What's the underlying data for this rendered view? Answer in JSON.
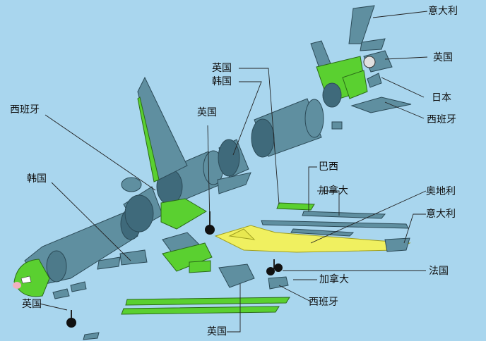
{
  "colors": {
    "background": "#a9d6ee",
    "fuselage": "#5f8fa0",
    "fuselage_dark": "#3f6a7b",
    "green_part": "#5ad030",
    "yellow_part": "#f0f060",
    "leader_line": "#222222"
  },
  "labels": {
    "italy_top": "意大利",
    "uk_engine": "英国",
    "japan": "日本",
    "spain_tail": "西班牙",
    "uk_mid": "英国",
    "korea_mid": "韩国",
    "spain_left": "西班牙",
    "uk_gear": "英国",
    "brazil": "巴西",
    "canada_wing": "加拿大",
    "austria": "奥地利",
    "italy_right": "意大利",
    "korea_left": "韩国",
    "france": "法国",
    "canada_low": "加拿大",
    "spain_low": "西班牙",
    "uk_nose_gear": "英国",
    "uk_bottom": "英国"
  }
}
